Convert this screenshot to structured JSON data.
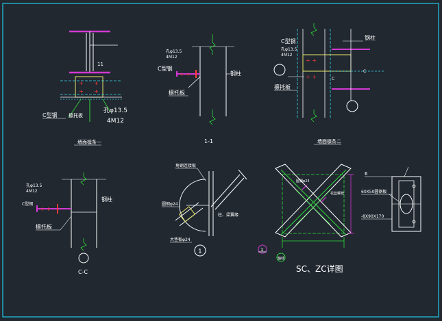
{
  "colors": {
    "background": "#212830",
    "frame": "#1fc8e8",
    "white": "#ffffff",
    "green": "#2fdc3a",
    "yellow": "#e8e86a",
    "magenta": "#d238d2",
    "red": "#ff3a3a",
    "cyan_dash": "#3ad6f0"
  },
  "labels": {
    "detail1_title": "墙面檩条一",
    "detail1_hole": "孔φ13.5",
    "detail1_bolt": "4M12",
    "detail1_cchannel": "C型钢",
    "detail1_bracket": "檩托板",
    "detail1_num": "11",
    "section11_title": "1-1",
    "section11_hole": "孔φ13.5",
    "section11_bolt": "4M12",
    "section11_cchannel": "C型钢",
    "section11_column": "钢柱",
    "section11_bracket": "檩托板",
    "detail2_title": "墙面檩条二",
    "detail2_cchannel": "C型钢",
    "detail2_hole": "孔φ13.5",
    "detail2_bolt": "4M12",
    "detail2_column": "钢柱",
    "detail2_bracket": "檩托板",
    "detail2_c1": "C",
    "detail2_c2": "C",
    "cc_hole": "孔φ13.5",
    "cc_bolt": "4M12",
    "cc_cchannel": "C型钢",
    "cc_column": "钢柱",
    "cc_bracket": "檩托板",
    "cc_title": "C-C",
    "d1_top": "角钢连接板",
    "d1_mid": "圆钢φ24",
    "d1_right": "柱、梁翼缘",
    "d1_bottom": "大垫板φ24",
    "d1_num": "1",
    "sc_top": "圆钢φ24",
    "sc_right": "花篮螺栓",
    "sc_bottom_sym": "1",
    "sc_corner": "轴线",
    "sc_title": "SC、ZC详图",
    "plate_6": "6",
    "plate_size1": "60X50圆钢板",
    "plate_size2": "-8X90X170"
  }
}
